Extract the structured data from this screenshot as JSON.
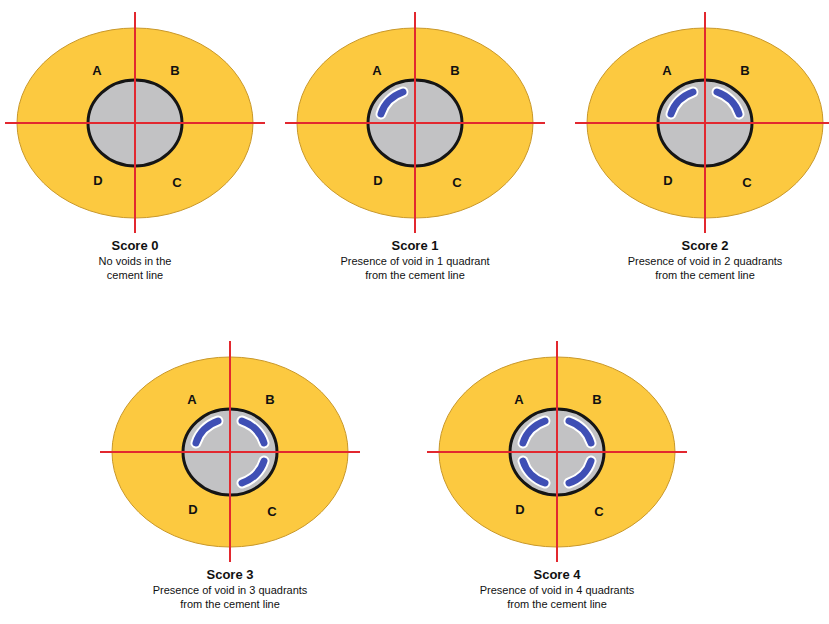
{
  "diagram": {
    "labels": [
      "A",
      "B",
      "D",
      "C",
      "Score 0",
      "No voids in the cement line",
      "A",
      "B",
      "D",
      "C",
      "Score 1",
      "Presence of void in 1 quadrant from the cement line",
      "A",
      "B",
      "D",
      "C",
      "Score 2",
      "Presence of void in 2 quadrants from the cement line",
      "A",
      "B",
      "D",
      "C",
      "Score 3",
      "Presence of void in 3 quadrants from the cement line",
      "A",
      "B",
      "D",
      "C",
      "Score 4",
      "Presence of void in 4 quadrants from the cement line"
    ]
  }
}
